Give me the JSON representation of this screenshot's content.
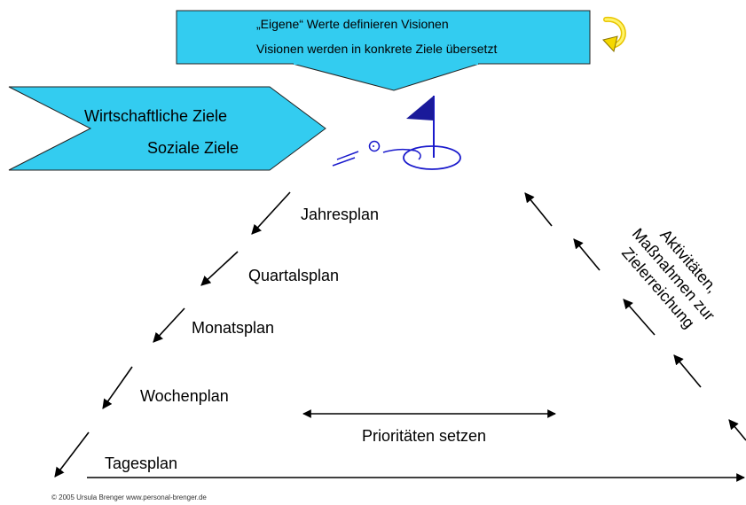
{
  "top_banner": {
    "line1": "„Eigene“ Werte definieren Visionen",
    "line2": "Visionen werden in konkrete Ziele übersetzt",
    "fill_color": "#33ccf0",
    "arrow_icon": "yellow-turn-arrow-icon"
  },
  "left_banner": {
    "line1": "Wirtschaftliche Ziele",
    "line2": "Soziale Ziele",
    "fill_color": "#33ccf0"
  },
  "goal_icon": "golf-flag-hole-icon",
  "plans": [
    "Jahresplan",
    "Quartalsplan",
    "Monatsplan",
    "Wochenplan",
    "Tagesplan"
  ],
  "right_label": [
    "Aktivitäten,",
    "Maßnahmen zur",
    "Zielerreichung"
  ],
  "priorities": "Prioritäten setzen",
  "footer": "© 2005 Ursula Brenger   www.personal-brenger.de"
}
